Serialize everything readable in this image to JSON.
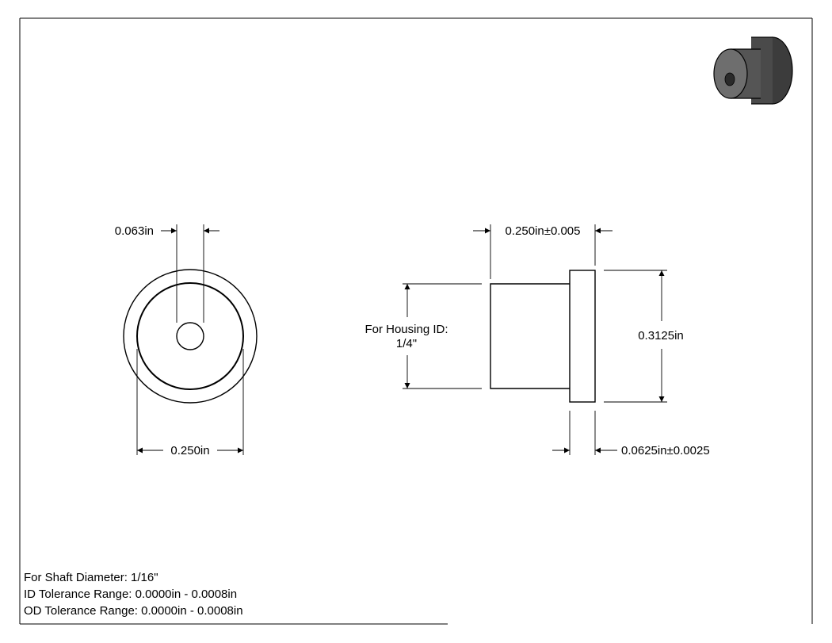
{
  "drawing": {
    "end_view": {
      "bore_diameter_label": "0.063in",
      "diameter_label": "0.250in"
    },
    "side_view": {
      "length_label": "0.250in±0.005",
      "flange_diameter_label": "0.3125in",
      "flange_thickness_label": "0.0625in±0.0025",
      "housing_label_line1": "For Housing ID:",
      "housing_label_line2": "1/4\""
    },
    "notes": {
      "line1": "For Shaft Diameter: 1/16\"",
      "line2": "ID Tolerance Range: 0.0000in - 0.0008in",
      "line3": "OD Tolerance Range: 0.0000in - 0.0008in"
    },
    "colors": {
      "line": "#000000",
      "thumbnail_body": "#4a4a4a",
      "thumbnail_face": "#6e6e6e"
    }
  }
}
